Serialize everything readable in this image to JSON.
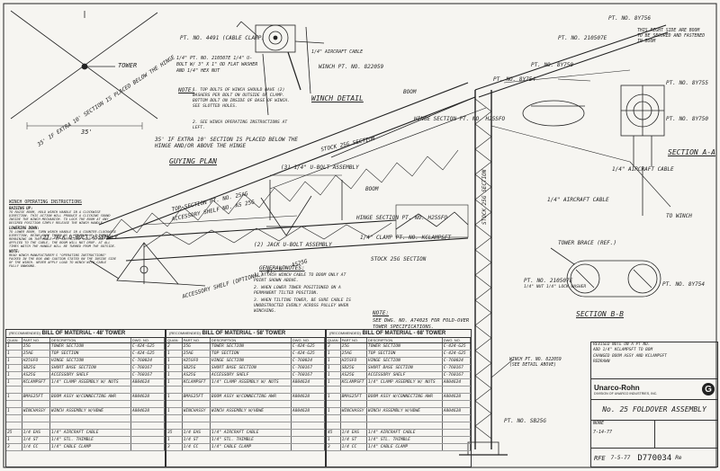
{
  "guying": {
    "title": "GUYING PLAN",
    "tower_label": "TOWER",
    "dim": "35'",
    "note1": "35' IF EXTRA 10' SECTION IS PLACED BELOW THE HINGE",
    "note2": "35' IF EXTRA 10' SECTION IS PLACED BELOW THE HINGE AND/OR ABOVE THE HINGE"
  },
  "winch": {
    "title": "WINCH DETAIL",
    "pt1": "PT. NO. 4491 (CABLE CLAMP)",
    "pt2": "1/4\" PT. NO. 210507E 1/4\" U-BOLT W/ 3\" X 1\" OD FLAT WASHER AND 1/4\" HEX NUT",
    "winch_pt": "WINCH PT. NO. 822059",
    "cable": "1/4\" AIRCRAFT CABLE",
    "note_title": "NOTE:",
    "note_body": "1. TOP BOLTS OF WINCH SHOULD HAVE (2) WASHERS PER BOLT ON OUTSIDE OF CLAMP. BOTTOM BOLT ON INSIDE OF BASE OF WINCH. SEE SLOTTED HOLES.",
    "note_2": "2. SEE WINCH OPERATING INSTRUCTIONS AT LEFT."
  },
  "main": {
    "top_section": "TOP SECTION PT. NO. 25AG",
    "accessory_shelf": "ACCESSORY SHELF NO. AS 25G",
    "stock_section": "STOCK 25G SECTION",
    "hinge_section": "HINGE SECTION PT. NO. H25SFO",
    "boom": "BOOM",
    "ubolt": "(3) 1/4\" U-BOLT ASSEMBLY",
    "clamp": "1/4\" CLAMP PT. NO. KCLAMPSFT",
    "jack": "(2) JACK U-BOLT ASSEMBLY",
    "acc_optional": "ACCESSORY SHELF (OPTIONAL) PT. NO. AS25G",
    "stock_section2": "STOCK 25G SECTION",
    "aircraft_cable": "1/4\" AIRCRAFT CABLE",
    "to_winch": "TO WINCH",
    "hinge_pt": "HINGE SECTION PT. NO. H25SFO",
    "pulley": "PT. NO. 8Y756",
    "pt_top1": "PT. NO. 210507E",
    "pt_top2": "PT. NO. 8Y750",
    "pt_top3": "PT. NO. 8Y754",
    "boom_lbl": "BOOM",
    "stock_vert": "STOCK 25G SECTION",
    "clamp_right": "1/4\" AIRCRAFT CABLE",
    "base": "PT. NO. SB25G"
  },
  "general_notes": {
    "title": "GENERAL NOTES:",
    "items": [
      "1. ATTACH WINCH CABLE TO BOOM ONLY AT POINT SHOWN ABOVE.",
      "2. WHEN LOWER TOWER POSITIONED ON A PERMANENT TILTED POSITION.",
      "3. WHEN TILTING TOWER, BE SURE CABLE IS UNOBSTRUCTED EVENLY ACROSS PULLEY WHEN WINCHING."
    ]
  },
  "see_dwg": {
    "title": "NOTE:",
    "body": "SEE DWG. NO. A74025 FOR FOLD-OVER TOWER SPECIFICATIONS."
  },
  "winch_ops": {
    "title": "WINCH OPERATING INSTRUCTIONS",
    "raising_title": "RAISING UP:",
    "raising": "TO RAISE BOOM, HOLD WINCH HANDLE IN A CLOCKWISE DIRECTION. THIS ACTION WILL PRODUCE A CLICKING SOUND INSIDE THE WINCH MECHANISM. TO LOCK THE BOOM AT ANY DESIRED POSITION SIMPLY RELEASE THE WINCH HANDLE.",
    "lowering_title": "LOWERING DOWN:",
    "lowering": "TO LOWER BOOM, TURN WINCH HANDLE IN A COUNTER-CLOCKWISE DIRECTION, BEING SURE THERE IS A MINIMUM OF 3 TURNS REMAINING ON THE CABLE. IF SUFFICIENT LOAD IS NOT APPLIED TO THE CABLE, THE BOOM WILL NOT DROP. AT ALL TIMES WATCH THE HANDLE WILL BE TURNED FROM THE OUTSIDE.",
    "note_title": "NOTE:",
    "note": "READ WINCH MANUFACTURER'S \"OPERATING INSTRUCTIONS\" PACKED IN THE BOX AND CAUTION STATED ON THE INSIDE SIDE OF THE WINCH. NEVER APPLY LOAD TO WINCH WITH CABLE FULLY UNWOUND."
  },
  "section_aa": {
    "title": "SECTION A-A",
    "pt1": "PT. NO. 8Y755",
    "pt2": "PT. NO. 8Y750",
    "cable": "1/4\" AIRCRAFT CABLE",
    "note": "THIS RIGHT SIDE ARE BOOM TO BE SECURED AND FASTENED IN BOOM"
  },
  "section_bb": {
    "title": "SECTION B-B",
    "shelf": "TOWER BRACE (REF.)",
    "pt1": "PT. NO. 8Y754",
    "pt2": "PT. NO. 210507E",
    "detail": "1/4\" NUT 1/4\" LOCK WASHER"
  },
  "bom1": {
    "header_prefix": "(RECOMMENDED)",
    "title": "BILL OF MATERIAL - 48' TOWER",
    "cols": [
      "QUAN.",
      "PART NO.",
      "DESCRIPTION",
      "DWG. NO."
    ],
    "rows": [
      [
        "1",
        "25G",
        "TOWER SECTION",
        "C-424-G25"
      ],
      [
        "1",
        "25AG",
        "TOP SECTION",
        "C-424-G25"
      ],
      [
        "1",
        "H25SFO",
        "HINGE SECTION",
        "C-760024"
      ],
      [
        "1",
        "SB25G",
        "SHORT BASE SECTION",
        "C-760167"
      ],
      [
        "1",
        "AS25G",
        "ACCESSORY SHELF",
        "C-760167"
      ],
      [
        "1",
        "KCLAMPSFT",
        "1/4\" CLAMP ASSEMBLY W/ NUTS",
        "A804624"
      ],
      [
        "",
        "",
        "",
        ""
      ],
      [
        "1",
        "BMAS25FT",
        "BOOM ASSY W/CONNECTING HWR",
        "A804628"
      ],
      [
        "",
        "",
        "",
        ""
      ],
      [
        "1",
        "WINCHASSY",
        "WINCH ASSEMBLY W/HDWE",
        "A804628"
      ],
      [
        "",
        "",
        "",
        ""
      ],
      [
        "",
        "",
        "",
        ""
      ],
      [
        "25",
        "1/4 EHS",
        "1/4\" AIRCRAFT CABLE",
        ""
      ],
      [
        "1",
        "1/4 ST",
        "1/4\" STL. THIMBLE",
        ""
      ],
      [
        "3",
        "1/4 CC",
        "1/4\" CABLE CLAMP",
        ""
      ]
    ]
  },
  "bom2": {
    "header_prefix": "(RECOMMENDED)",
    "title": "BILL OF MATERIAL - 58' TOWER",
    "cols": [
      "QUAN.",
      "PART NO.",
      "DESCRIPTION",
      "DWG. NO."
    ],
    "rows": [
      [
        "2",
        "25G",
        "TOWER SECTION",
        "C-424-G25"
      ],
      [
        "1",
        "25AG",
        "TOP SECTION",
        "C-424-G25"
      ],
      [
        "1",
        "H25SFO",
        "HINGE SECTION",
        "C-760024"
      ],
      [
        "1",
        "SB25G",
        "SHORT BASE SECTION",
        "C-760167"
      ],
      [
        "1",
        "AS25G",
        "ACCESSORY SHELF",
        "C-760167"
      ],
      [
        "1",
        "KCLAMPSFT",
        "1/4\" CLAMP ASSEMBLY W/ NUTS",
        "A804624"
      ],
      [
        "",
        "",
        "",
        ""
      ],
      [
        "1",
        "BMAS25FT",
        "BOOM ASSY W/CONNECTING HWR",
        "A804628"
      ],
      [
        "",
        "",
        "",
        ""
      ],
      [
        "1",
        "WINCHASSY",
        "WINCH ASSEMBLY W/HDWE",
        "A804628"
      ],
      [
        "",
        "",
        "",
        ""
      ],
      [
        "",
        "",
        "",
        ""
      ],
      [
        "35",
        "1/4 EHS",
        "1/4\" AIRCRAFT CABLE",
        ""
      ],
      [
        "1",
        "1/4 ST",
        "1/4\" STL. THIMBLE",
        ""
      ],
      [
        "3",
        "1/4 CC",
        "1/4\" CABLE CLAMP",
        ""
      ]
    ]
  },
  "bom3": {
    "header_prefix": "(RECOMMENDED)",
    "title": "BILL OF MATERIAL - 68' TOWER",
    "cols": [
      "QUAN.",
      "PART NO.",
      "DESCRIPTION",
      "DWG. NO."
    ],
    "rows": [
      [
        "3",
        "25G",
        "TOWER SECTION",
        "C-424-G25"
      ],
      [
        "1",
        "25AG",
        "TOP SECTION",
        "C-424-G25"
      ],
      [
        "1",
        "H25SFO",
        "HINGE SECTION",
        "C-760024"
      ],
      [
        "1",
        "SB25G",
        "SHORT BASE SECTION",
        "C-760167"
      ],
      [
        "1",
        "AS25G",
        "ACCESSORY SHELF",
        "C-760167"
      ],
      [
        "1",
        "KCLAMPSFT",
        "1/4\" CLAMP ASSEMBLY W/ NUTS",
        "A804624"
      ],
      [
        "",
        "",
        "",
        ""
      ],
      [
        "1",
        "BMAS25FT",
        "BOOM ASSY W/CONNECTING HWR",
        "A804628"
      ],
      [
        "",
        "",
        "",
        ""
      ],
      [
        "1",
        "WINCHASSY",
        "WINCH ASSEMBLY W/HDWE",
        "A804628"
      ],
      [
        "",
        "",
        "",
        ""
      ],
      [
        "",
        "",
        "",
        ""
      ],
      [
        "45",
        "1/4 EHS",
        "1/4\" AIRCRAFT CABLE",
        ""
      ],
      [
        "1",
        "1/4 ST",
        "1/4\" STL. THIMBLE",
        ""
      ],
      [
        "3",
        "1/4 CC",
        "1/4\" CABLE CLAMP",
        ""
      ]
    ]
  },
  "title_block": {
    "company": "Unarco-Rohn",
    "subtitle": "DIVISION OF UNARCO INDUSTRIES, INC.",
    "logo_glyph": "G",
    "title": "No. 25 FOLDOVER ASSEMBLY",
    "drawing_no": "D770034",
    "rev": "Re",
    "date": "7-5-77",
    "scale": "NONE",
    "drawn": "7-14-77",
    "by": "RFE",
    "revisions": [
      "REVISED NOTE ON A PT NO.",
      "ADD 1/4\" KCLAMPSFT TO BOM",
      "CHANGED BOOM ASSY AND KCLAMPSFT",
      "REDRAWN"
    ],
    "winch_ref": "WINCH PT. NO. 822059 (SEE DETAIL ABOVE)"
  }
}
